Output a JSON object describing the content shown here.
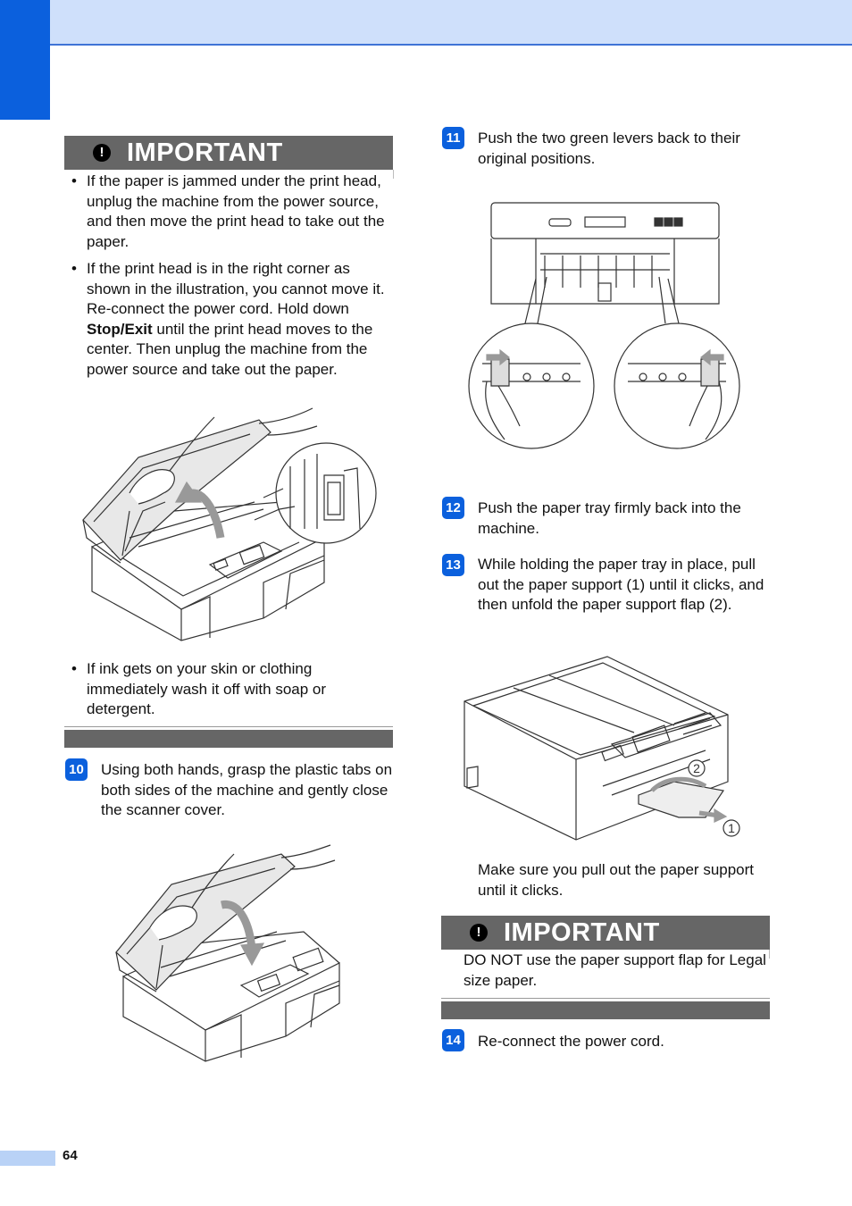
{
  "page": {
    "number": "64"
  },
  "important_1": {
    "badge": "!",
    "title": "IMPORTANT",
    "bullet_1": "If the paper is jammed under the print head, unplug the machine from the power source, and then move the print head to take out the paper.",
    "bullet_2_pre": "If the print head is in the right corner as shown in the illustration, you cannot move it. Re-connect the power cord. Hold down ",
    "bullet_2_bold": "Stop/Exit",
    "bullet_2_post": " until the print head moves to the center. Then unplug the machine from the power source and take out the paper.",
    "bullet_3": "If ink gets on your skin or clothing immediately wash it off with soap or detergent."
  },
  "steps": [
    {
      "number": "10",
      "text": "Using both hands, grasp the plastic tabs on both sides of the machine and gently close the scanner cover."
    },
    {
      "number": "11",
      "text": "Push the two green levers back to their original positions."
    },
    {
      "number": "12",
      "text": "Push the paper tray firmly back into the machine."
    },
    {
      "number": "13",
      "text": "While holding the paper tray in place, pull out the paper support (1) until it clicks, and then unfold the paper support flap (2)."
    },
    {
      "number": "14",
      "text": "Re-connect the power cord."
    }
  ],
  "step13_note": "Make sure you pull out the paper support until it clicks.",
  "important_2": {
    "badge": "!",
    "title": "IMPORTANT",
    "text": "DO NOT use the paper support flap for Legal size paper."
  },
  "callouts": {
    "one": "1",
    "two": "2"
  }
}
